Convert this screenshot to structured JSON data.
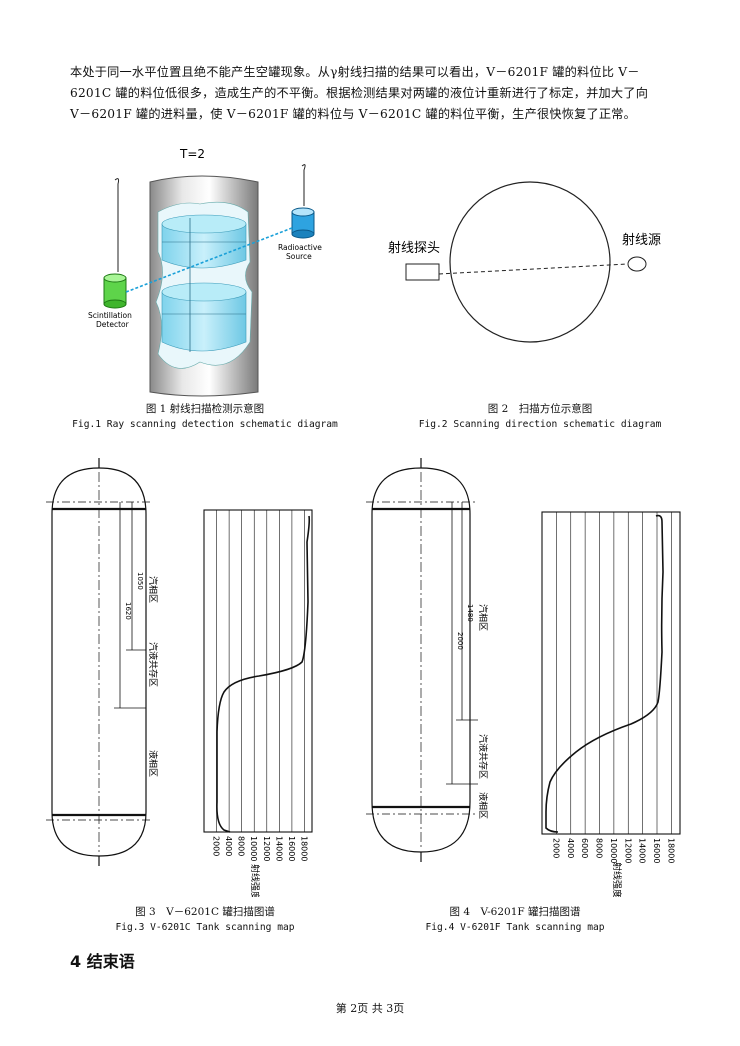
{
  "paragraph": {
    "lines": [
      "本处于同一水平位置且绝不能产生空罐现象。从γ射线扫描的结果可以看出，V－6201F 罐的料位比 V－",
      "6201C 罐的料位低很多，造成生产的不平衡。根据检测结果对两罐的液位计重新进行了标定，并加大了向",
      "V－6201F 罐的进料量，使 V－6201F 罐的料位与 V－6201C 罐的料位平衡，生产很快恢复了正常。"
    ]
  },
  "fig1": {
    "top_label": "T=2",
    "detector_label_1": "Scintillation",
    "detector_label_2": "Detector",
    "source_label_1": "Radioactive",
    "source_label_2": "Source",
    "caption_cn": "图 1 射线扫描检测示意图",
    "caption_en": "Fig.1 Ray scanning detection schematic diagram"
  },
  "fig2": {
    "probe_label": "射线探头",
    "source_label": "射线源",
    "caption_cn": "图 2　扫描方位示意图",
    "caption_en": "Fig.2 Scanning direction schematic diagram"
  },
  "fig3": {
    "dim_outer": "1620",
    "dim_inner": "1050",
    "zone_gas": "汽相区",
    "zone_mix": "汽液共存区",
    "zone_liquid": "液相区",
    "x_ticks": [
      "2000",
      "4000",
      "8000",
      "10000",
      "12000",
      "14000",
      "16000",
      "18000"
    ],
    "x_label": "射线强度",
    "caption_cn": "图 3　V－6201C 罐扫描图谱",
    "caption_en": "Fig.3 V-6201C Tank scanning map"
  },
  "fig4": {
    "dim_outer": "2000",
    "dim_inner": "1480",
    "zone_gas": "汽相区",
    "zone_mix": "汽液共存区",
    "zone_liquid": "液相区",
    "x_ticks": [
      "2000",
      "4000",
      "6000",
      "8000",
      "10000",
      "12000",
      "14000",
      "16000",
      "18000"
    ],
    "x_label": "射线强度",
    "caption_cn": "图 4　V-6201F 罐扫描图谱",
    "caption_en": "Fig.4 V-6201F Tank scanning map"
  },
  "section_heading": "4  结束语",
  "footer": "第 2页  共 3页"
}
